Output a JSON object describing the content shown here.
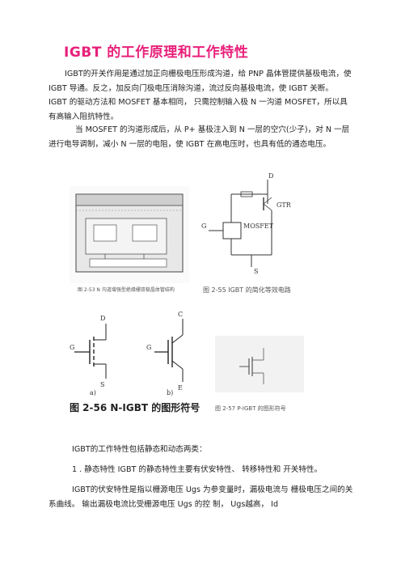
{
  "title": "IGBT 的工作原理和工作特性",
  "paragraphs": {
    "p1": "IGBT的开关作用是通过加正向栅极电压形成沟道，给 PNP 晶体管提供基极电流，使 IGBT 导通。反之，加反向门极电压消除沟道，流过反向基极电流，使 IGBT 关断。 IGBT 的驱动方法和 MOSFET 基本相同， 只需控制输入极 N 一沟道 MOSFET，所以具有高输入阻抗特性。",
    "p2": "当 MOSFET 的沟道形成后，从 P+ 基极注入到 N 一层的空穴(少子)，对 N 一层进行电导调制，减小 N 一层的电阻，使 IGBT 在高电压时，也具有低的通态电压。",
    "p3": "IGBT的工作特性包括静态和动态两类：",
    "p4": "1 . 静态特性 IGBT 的静态特性主要有伏安特性、 转移特性和 开关特性。",
    "p5": "IGBT的伏安特性是指以栅源电压 Ugs 为参变量时，漏极电流与 栅极电压之间的关系曲线。 输出漏极电流比受栅源电压 Ugs 的控 制， Ugs越高， Id"
  },
  "figure": {
    "cap_253": "图 2-53 N 沟道增强型绝缘栅双极晶体管结构",
    "cap_255": "图 2-55 IGBT 的简化等效电路",
    "cap_256": "图 2-56 N-IGBT 的图形符号",
    "cap_257": "图 2-57 P-IGBT 的图形符号",
    "labels": {
      "d": "D",
      "c": "C",
      "g": "G",
      "s": "S",
      "e": "E",
      "gtr": "GTR",
      "mosfet": "MOSFET",
      "a": "a)",
      "b": "b)"
    }
  }
}
